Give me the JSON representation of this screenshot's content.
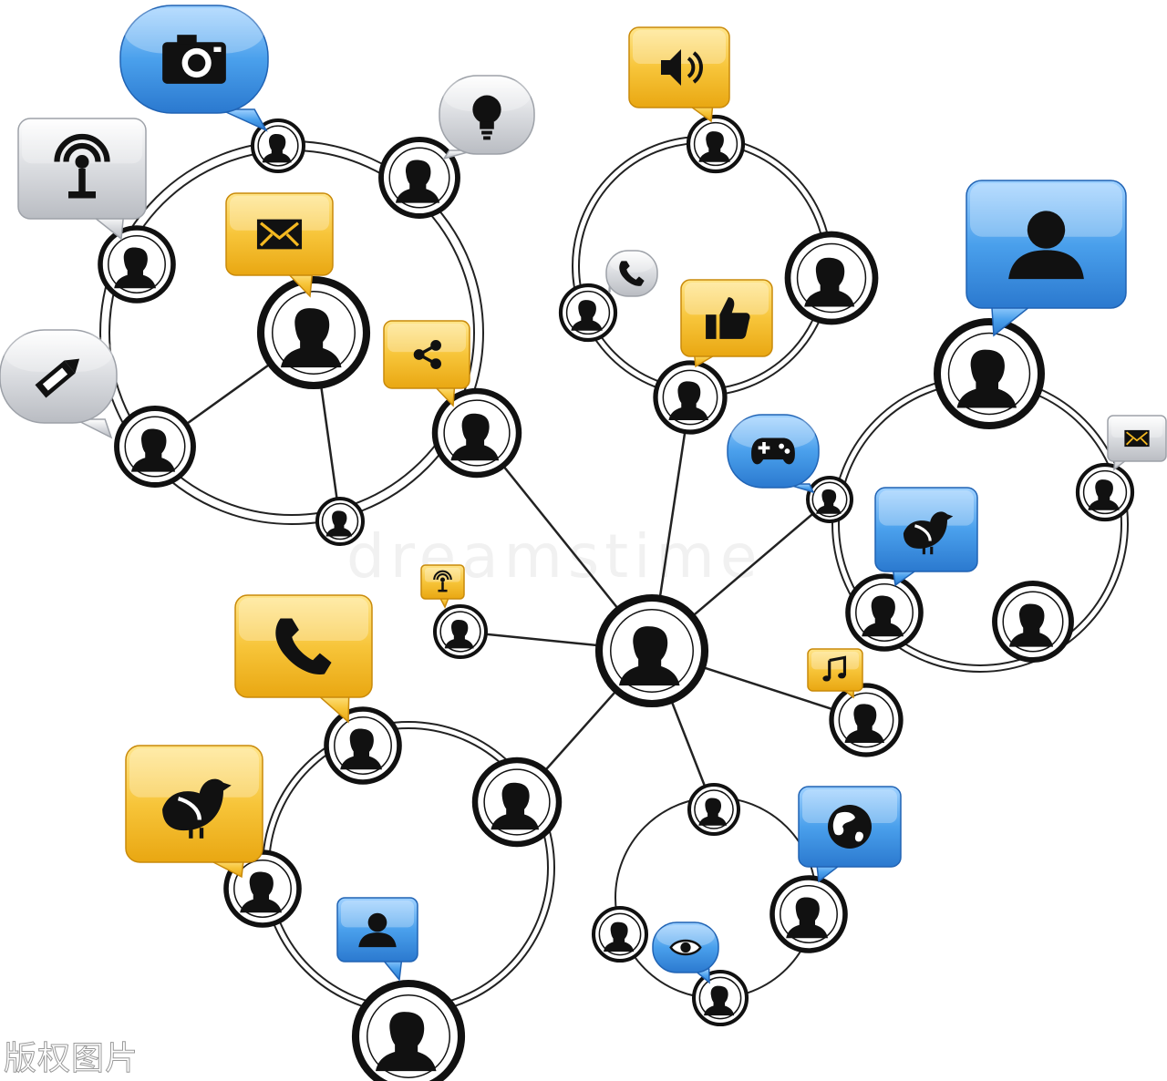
{
  "watermark": "dreamstime",
  "caption": "版权图片",
  "colors": {
    "yellow": "#f5b921",
    "blue": "#3a8fe0",
    "gray": "#d4d6da",
    "line": "#222222",
    "node": "#111111"
  },
  "bubbles": [
    {
      "color": "blue",
      "icon": "camera-icon"
    },
    {
      "color": "gray",
      "icon": "lightbulb-icon"
    },
    {
      "color": "gray",
      "icon": "broadcast-icon"
    },
    {
      "color": "yellow",
      "icon": "mail-icon"
    },
    {
      "color": "gray",
      "icon": "pencil-icon"
    },
    {
      "color": "yellow",
      "icon": "share-icon"
    },
    {
      "color": "yellow",
      "icon": "speaker-icon"
    },
    {
      "color": "gray",
      "icon": "phone-icon"
    },
    {
      "color": "yellow",
      "icon": "thumbs-up-icon"
    },
    {
      "color": "blue",
      "icon": "user-icon"
    },
    {
      "color": "blue",
      "icon": "gamepad-icon"
    },
    {
      "color": "gray",
      "icon": "mail-icon"
    },
    {
      "color": "blue",
      "icon": "bird-icon"
    },
    {
      "color": "yellow",
      "icon": "broadcast-icon"
    },
    {
      "color": "yellow",
      "icon": "phone-icon"
    },
    {
      "color": "yellow",
      "icon": "music-icon"
    },
    {
      "color": "yellow",
      "icon": "bird-icon"
    },
    {
      "color": "blue",
      "icon": "globe-icon"
    },
    {
      "color": "blue",
      "icon": "user-icon"
    },
    {
      "color": "blue",
      "icon": "eye-icon"
    }
  ]
}
